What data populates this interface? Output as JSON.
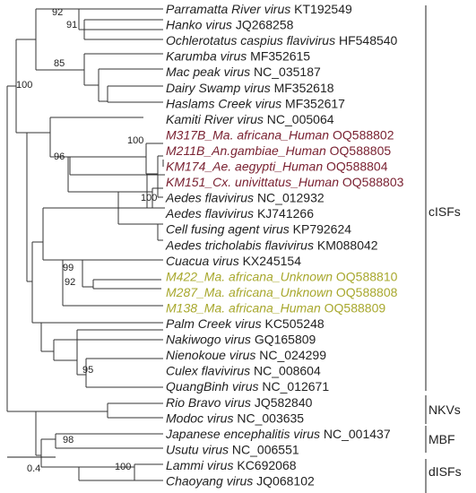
{
  "taxa": [
    {
      "name": "Parramatta River virus",
      "acc": "KT192549",
      "color": "#222222"
    },
    {
      "name": "Hanko virus",
      "acc": "JQ268258",
      "color": "#222222"
    },
    {
      "name": "Ochlerotatus caspius flavivirus",
      "acc": "HF548540",
      "color": "#222222"
    },
    {
      "name": "Karumba virus",
      "acc": "MF352615",
      "color": "#222222"
    },
    {
      "name": "Mac peak virus",
      "acc": "NC_035187",
      "color": "#222222"
    },
    {
      "name": "Dairy Swamp virus",
      "acc": "MF352618",
      "color": "#222222"
    },
    {
      "name": "Haslams Creek virus",
      "acc": "MF352617",
      "color": "#222222"
    },
    {
      "name": "Kamiti River virus",
      "acc": "NC_005064",
      "color": "#222222"
    },
    {
      "name": "M317B_Ma. africana_Human",
      "acc": "OQ588802",
      "color": "#7a2232"
    },
    {
      "name": "M211B_An.gambiae_Human",
      "acc": "OQ588805",
      "color": "#7a2232"
    },
    {
      "name": "KM174_Ae. aegypti_Human",
      "acc": "OQ588804",
      "color": "#7a2232"
    },
    {
      "name": "KM151_Cx. univittatus_Human",
      "acc": "OQ588803",
      "color": "#7a2232"
    },
    {
      "name": "Aedes flavivirus",
      "acc": "NC_012932",
      "color": "#222222"
    },
    {
      "name": "Aedes flavivirus",
      "acc": "KJ741266",
      "color": "#222222"
    },
    {
      "name": "Cell fusing agent virus",
      "acc": "KP792624",
      "color": "#222222"
    },
    {
      "name": "Aedes tricholabis flavivirus",
      "acc": "KM088042",
      "color": "#222222"
    },
    {
      "name": "Cuacua virus",
      "acc": "KX245154",
      "color": "#222222"
    },
    {
      "name": "M422_Ma. africana_Unknown",
      "acc": "OQ588810",
      "color": "#a8a82e"
    },
    {
      "name": "M287_Ma. africana_Unknown",
      "acc": "OQ588808",
      "color": "#a8a82e"
    },
    {
      "name": "M138_Ma. africana_Human",
      "acc": "OQ588809",
      "color": "#a8a82e"
    },
    {
      "name": "Palm Creek virus",
      "acc": "KC505248",
      "color": "#222222"
    },
    {
      "name": "Nakiwogo virus",
      "acc": "GQ165809",
      "color": "#222222"
    },
    {
      "name": "Nienokoue virus",
      "acc": "NC_024299",
      "color": "#222222"
    },
    {
      "name": "Culex flavivirus",
      "acc": "NC_008604",
      "color": "#222222"
    },
    {
      "name": "QuangBinh virus",
      "acc": "NC_012671",
      "color": "#222222"
    },
    {
      "name": "Rio Bravo virus",
      "acc": "JQ582840",
      "color": "#222222"
    },
    {
      "name": "Modoc virus",
      "acc": "NC_003635",
      "color": "#222222"
    },
    {
      "name": "Japanese encephalitis virus",
      "acc": "NC_001437",
      "color": "#222222"
    },
    {
      "name": "Usutu virus",
      "acc": "NC_006551",
      "color": "#222222"
    },
    {
      "name": "Lammi virus",
      "acc": "KC692068",
      "color": "#222222"
    },
    {
      "name": "Chaoyang virus",
      "acc": "JQ068102",
      "color": "#222222"
    }
  ],
  "bootstrap": [
    "92",
    "91",
    "85",
    "100",
    "100",
    "96",
    "100",
    "99",
    "92",
    "95",
    "98",
    "100"
  ],
  "groups": [
    "cISFs",
    "NKVs",
    "MBF",
    "dISFs"
  ],
  "scale_label": "0.4"
}
